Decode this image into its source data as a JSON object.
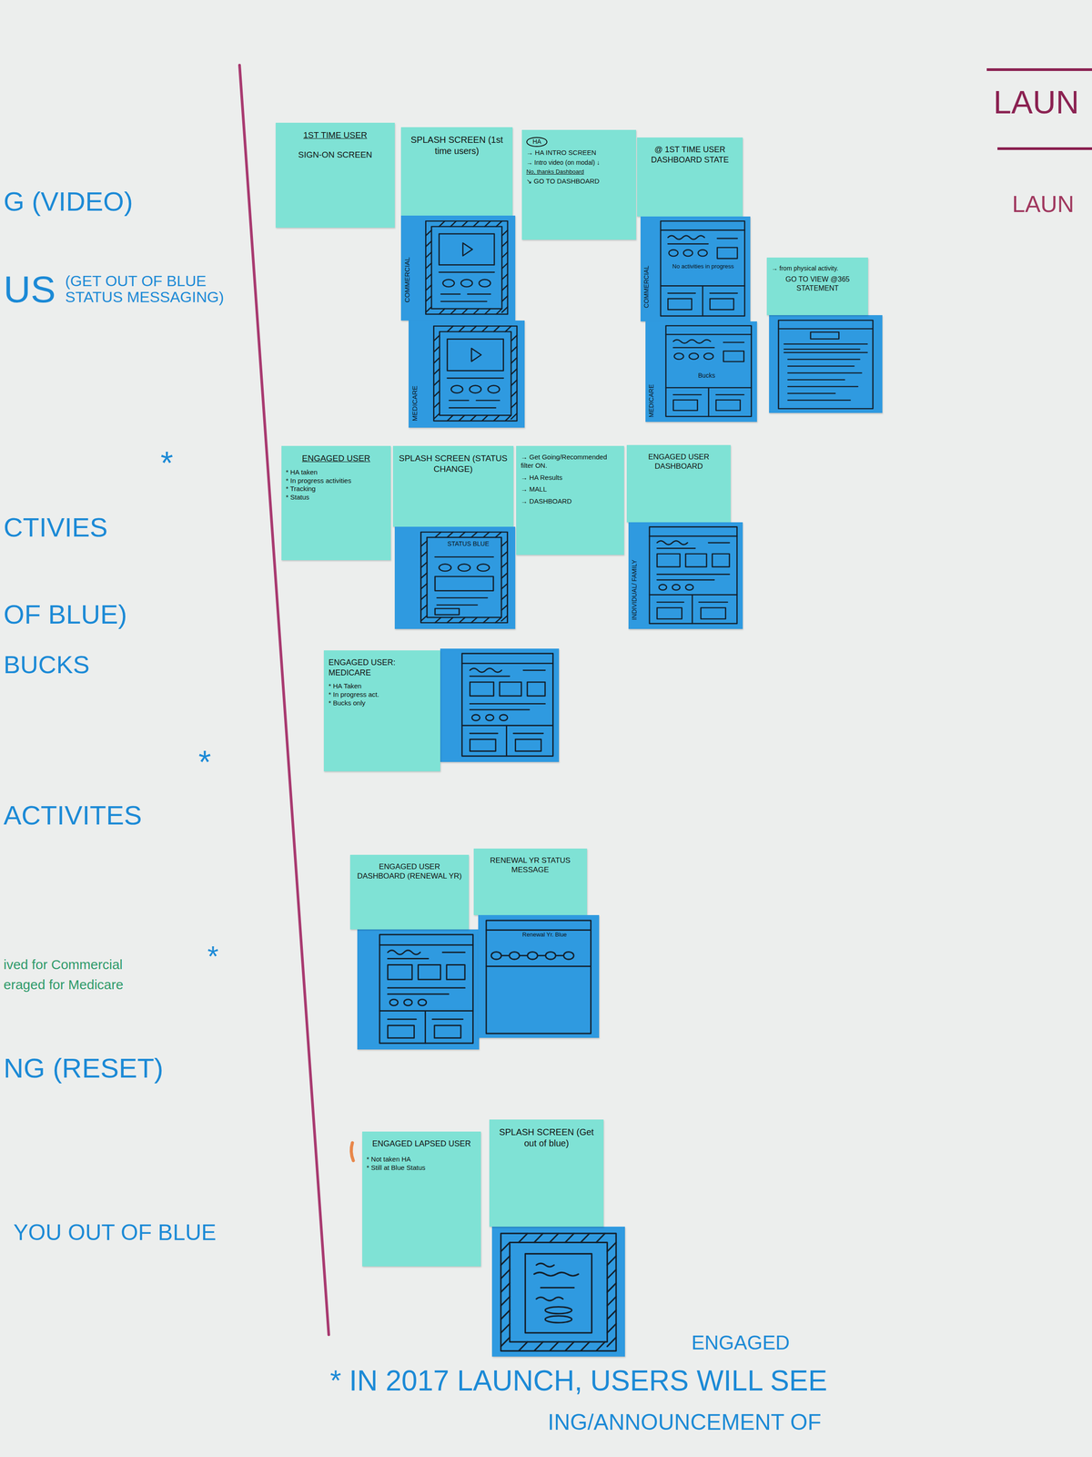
{
  "diagram": {
    "nodes": [
      {
        "text": [
          "1ST TIME USER",
          "SIGN-ON SCREEN"
        ]
      },
      {
        "text": [
          "SPLASH SCREEN (1st time users)"
        ]
      },
      {
        "text": [
          "COMMERCIAL"
        ]
      },
      {
        "text": [
          "MEDICARE"
        ]
      },
      {
        "text": [
          "HA",
          "→ HA INTRO SCREEN",
          "→ Intro video (on modal) ↓",
          "No, thanks Dashboard",
          "↘ GO TO DASHBOARD"
        ]
      },
      {
        "text": [
          "@ 1ST TIME USER DASHBOARD STATE"
        ]
      },
      {
        "text": [
          "COMMERCIAL",
          "No activities in progress"
        ]
      },
      {
        "text": [
          "MEDICARE",
          "Bucks"
        ]
      },
      {
        "text": [
          "→ from physical activity.",
          "GO TO VIEW @365 STATEMENT"
        ]
      },
      {
        "text": [
          "ENGAGED USER",
          "* HA taken",
          "* In progress activities",
          "* Tracking",
          "* Status"
        ]
      },
      {
        "text": [
          "SPLASH SCREEN (STATUS CHANGE)"
        ]
      },
      {
        "text": [
          "STATUS BLUE"
        ]
      },
      {
        "text": [
          "→ Get Going/Recommended filter ON.",
          "→ HA Results",
          "→ MALL",
          "→ DASHBOARD"
        ]
      },
      {
        "text": [
          "ENGAGED USER DASHBOARD"
        ]
      },
      {
        "text": [
          "INDIVIDUAL/ FAMILY"
        ]
      },
      {
        "text": [
          "ENGAGED USER: MEDICARE",
          "* HA Taken",
          "* In progress act.",
          "* Bucks only"
        ]
      },
      {
        "text": [
          "ENGAGED USER DASHBOARD (RENEWAL YR)"
        ]
      },
      {
        "text": [
          "RENEWAL YR STATUS MESSAGE"
        ]
      },
      {
        "text": [
          "Renewal Yr. Blue"
        ]
      },
      {
        "text": [
          "ENGAGED LAPSED USER",
          "* Not taken HA",
          "* Still at Blue Status"
        ]
      },
      {
        "text": [
          "SPLASH SCREEN (Get out of blue)"
        ]
      }
    ],
    "labels": [
      "G (VIDEO)",
      "US",
      "(GET OUT OF BLUE STATUS MESSAGING)",
      "*",
      "CTIVIES",
      "OF BLUE)",
      "BUCKS",
      "*",
      "ACTIVITES",
      "ived for Commercial",
      "eraged for Medicare",
      "*",
      "NG (RESET)",
      "YOU OUT OF BLUE",
      "ENGAGED",
      "* IN 2017 LAUNCH, USERS WILL SEE",
      "ING/ANNOUNCEMENT OF",
      "LAUN",
      "LAUN"
    ]
  }
}
